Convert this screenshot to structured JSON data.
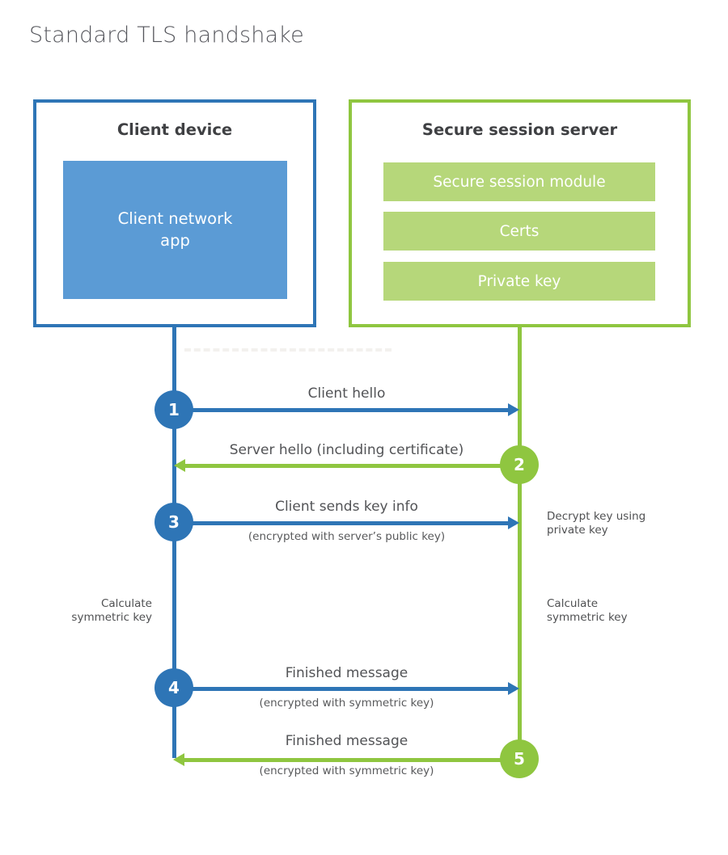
{
  "page": {
    "title": "Standard TLS handshake"
  },
  "client": {
    "title": "Client device",
    "app_label": "Client network\napp"
  },
  "server": {
    "title": "Secure session server",
    "modules": [
      "Secure session module",
      "Certs",
      "Private key"
    ]
  },
  "steps": [
    {
      "num": "1",
      "label": "Client hello",
      "sub": "",
      "from": "client",
      "to": "server"
    },
    {
      "num": "2",
      "label": "Server hello (including certificate)",
      "sub": "",
      "from": "server",
      "to": "client"
    },
    {
      "num": "3",
      "label": "Client sends key info",
      "sub": "(encrypted with server’s public key)",
      "from": "client",
      "to": "server"
    },
    {
      "num": "4",
      "label": "Finished message",
      "sub": "(encrypted with symmetric key)",
      "from": "client",
      "to": "server"
    },
    {
      "num": "5",
      "label": "Finished message",
      "sub": "(encrypted with symmetric key)",
      "from": "server",
      "to": "client"
    }
  ],
  "notes": {
    "decrypt": "Decrypt key using\nprivate key",
    "calc_left": "Calculate\nsymmetric key",
    "calc_right": "Calculate\nsymmetric key"
  },
  "colors": {
    "blue": "#2e75b6",
    "blue_fill": "#5b9bd5",
    "green": "#8fc640",
    "green_fill": "#b6d77a",
    "title_gray": "#55565c",
    "text_dark": "#3f4043"
  }
}
